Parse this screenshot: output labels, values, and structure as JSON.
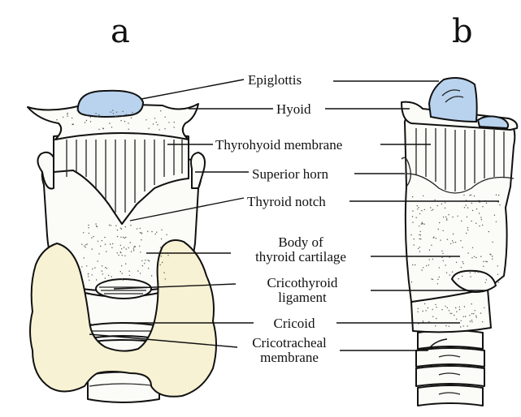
{
  "panels": {
    "left_letter": "a",
    "right_letter": "b"
  },
  "labels": {
    "epiglottis": "Epiglottis",
    "hyoid": "Hyoid",
    "thyrohyoid_membrane": "Thyrohyoid membrane",
    "superior_horn": "Superior horn",
    "thyroid_notch": "Thyroid notch",
    "body_line1": "Body of",
    "body_line2": "thyroid cartilage",
    "cricothyroid_line1": "Cricothyroid",
    "cricothyroid_line2": "ligament",
    "cricoid": "Cricoid",
    "cricotracheal_line1": "Cricotracheal",
    "cricotracheal_line2": "membrane"
  },
  "colors": {
    "epiglottis_fill": "#b9d3ee",
    "thyroid_gland_fill": "#f7f2d3",
    "cartilage_fill": "#fbfbf7",
    "ink": "#111111"
  }
}
